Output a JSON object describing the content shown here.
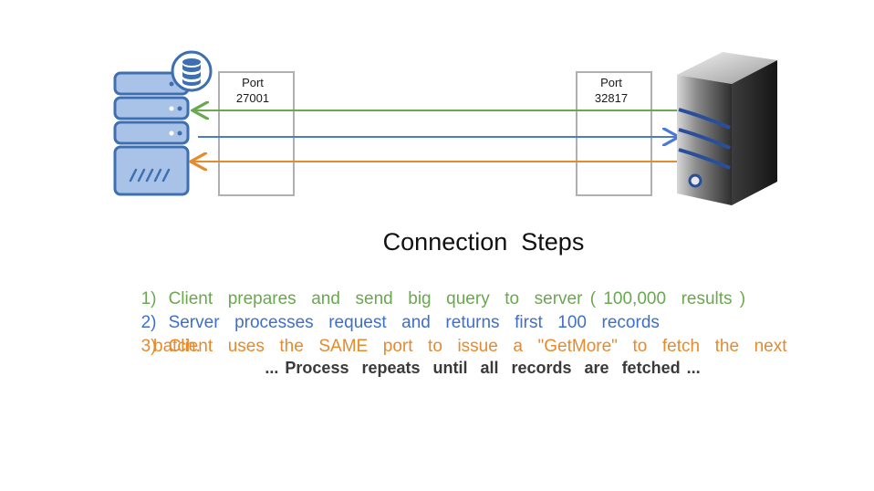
{
  "ports": {
    "client": {
      "title": "Port",
      "number": "27001"
    },
    "server": {
      "title": "Port",
      "number": "32817"
    }
  },
  "heading": "Connection  Steps",
  "steps": [
    {
      "num": "1)",
      "text": "Client  prepares  and  send  big  query  to  server ( 100,000  results )",
      "color": "#6aa84f"
    },
    {
      "num": "2)",
      "text": "Server  processes  request  and  returns  first  100  records",
      "color": "#3d6fcc"
    },
    {
      "num": "3)",
      "text": "Client  uses  the  SAME  port  to  issue  a  \"GetMore\"  to  fetch  the  next",
      "text_cont": "batch.",
      "color": "#e68a2e"
    }
  ],
  "footer": "... Process  repeats  until  all  records  are  fetched ...",
  "colors": {
    "green_arrow": "#6aa84f",
    "blue_arrow": "#4a7ad6",
    "orange_arrow": "#e68a2e",
    "client_blue": "#3e6fb0",
    "port_box": "#b0b0b0"
  },
  "icons": {
    "client": "client-server-rack-icon",
    "database": "database-icon",
    "server": "server-tower-icon"
  }
}
